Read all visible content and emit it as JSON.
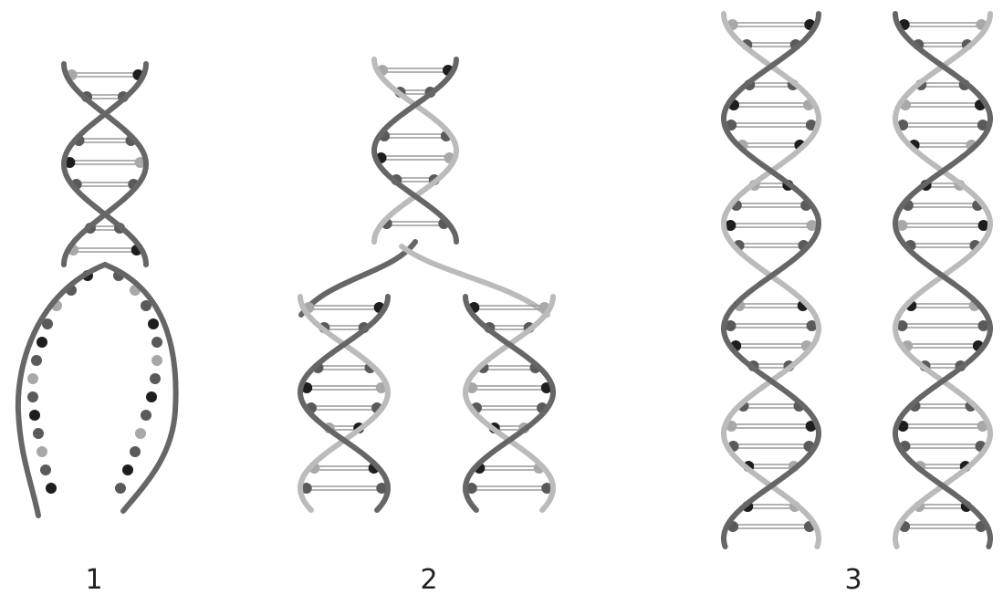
{
  "colors": {
    "dark_strand": "#666666",
    "light_strand": "#bbbbbb",
    "rung": "#9a9a9a",
    "base_dark": "#1e1e1e",
    "base_mid": "#5a5a5a",
    "base_light": "#a8a8a8"
  },
  "stages": [
    {
      "label": "1"
    },
    {
      "label": "2"
    },
    {
      "label": "3"
    }
  ]
}
